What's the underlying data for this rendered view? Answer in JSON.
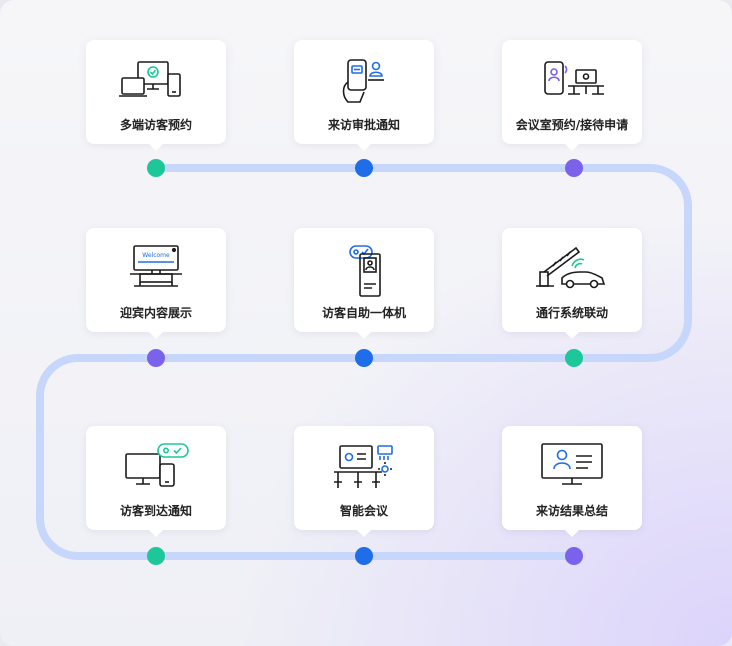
{
  "steps": [
    {
      "label": "多端访客预约",
      "icon": "multi-device-icon",
      "dot_color": "#1ec79a"
    },
    {
      "label": "来访审批通知",
      "icon": "phone-approval-icon",
      "dot_color": "#1f6de8"
    },
    {
      "label": "会议室预约/接待申请",
      "icon": "meeting-room-booking-icon",
      "dot_color": "#7a63ea"
    },
    {
      "label": "迎宾内容展示",
      "icon": "welcome-screen-icon",
      "dot_color": "#7a63ea"
    },
    {
      "label": "访客自助一体机",
      "icon": "self-service-kiosk-icon",
      "dot_color": "#1f6de8"
    },
    {
      "label": "通行系统联动",
      "icon": "barrier-gate-car-icon",
      "dot_color": "#1ec79a"
    },
    {
      "label": "访客到达通知",
      "icon": "arrival-notification-icon",
      "dot_color": "#1ec79a"
    },
    {
      "label": "智能会议",
      "icon": "smart-meeting-icon",
      "dot_color": "#1f6de8"
    },
    {
      "label": "来访结果总结",
      "icon": "visit-summary-icon",
      "dot_color": "#7a63ea"
    }
  ],
  "colors": {
    "track": "#c7d6fb",
    "green": "#1ec79a",
    "blue": "#1f6de8",
    "purple": "#7a63ea",
    "icon_stroke": "#1b1b1b"
  }
}
